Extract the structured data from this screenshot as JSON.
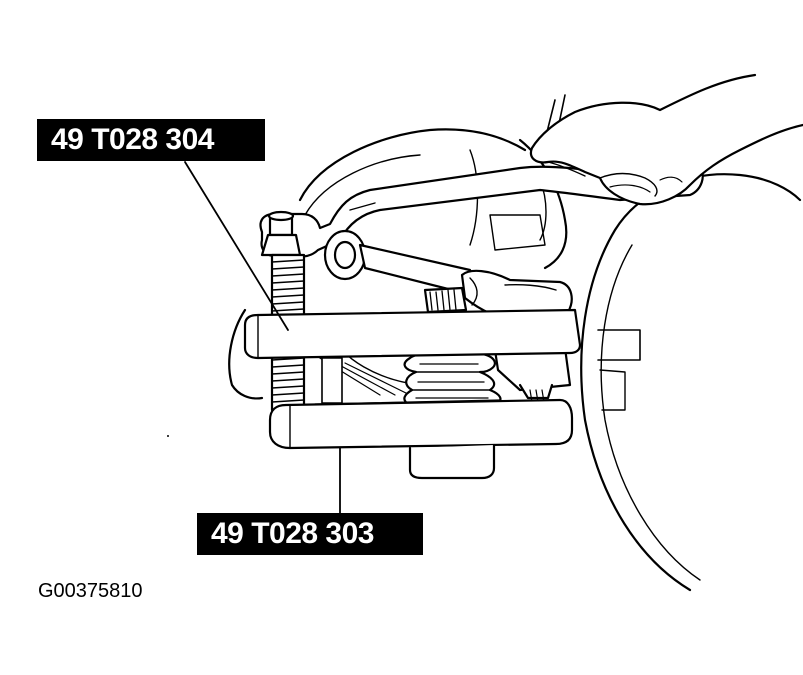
{
  "callouts": {
    "upper_tool": "49 T028 304",
    "lower_tool": "49 T028 303"
  },
  "figure_code": "G00375810",
  "colors": {
    "line": "#000000",
    "background": "#ffffff",
    "label_bg": "#000000",
    "label_text": "#ffffff"
  }
}
